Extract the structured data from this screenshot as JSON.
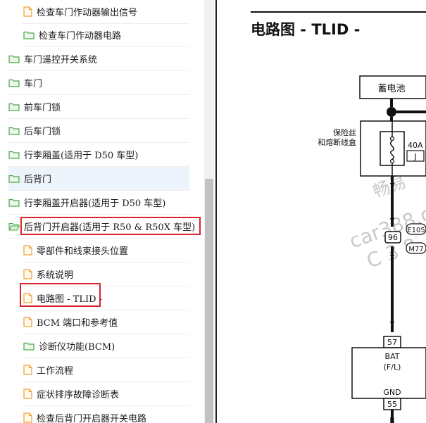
{
  "tree": {
    "items": [
      {
        "label": "检查车门作动器输出信号",
        "icon": "document-icon"
      },
      {
        "label": "检查车门作动器电路",
        "icon": "folder-icon"
      },
      {
        "label": "车门遥控开关系统",
        "icon": "folder-icon"
      },
      {
        "label": "车门",
        "icon": "folder-icon"
      },
      {
        "label": "前车门锁",
        "icon": "folder-icon"
      },
      {
        "label": "后车门锁",
        "icon": "folder-icon"
      },
      {
        "label": "行李厢盖(适用于 D50 车型)",
        "icon": "folder-icon"
      },
      {
        "label": "后背门",
        "icon": "folder-icon"
      },
      {
        "label": "行李厢盖开启器(适用于 D50 车型)",
        "icon": "folder-icon"
      },
      {
        "label": "后背门开启器(适用于 R50 & R50X 车型)",
        "icon": "folder-open-icon"
      },
      {
        "label": "零部件和线束接头位置",
        "icon": "document-icon"
      },
      {
        "label": "系统说明",
        "icon": "document-icon"
      },
      {
        "label": "电路图 - TLID -",
        "icon": "document-icon"
      },
      {
        "label": "BCM 端口和参考值",
        "icon": "document-icon"
      },
      {
        "label": "诊断仪功能(BCM)",
        "icon": "folder-icon"
      },
      {
        "label": "工作流程",
        "icon": "document-icon"
      },
      {
        "label": "症状排序故障诊断表",
        "icon": "document-icon"
      },
      {
        "label": "检查后背门开启器开关电路",
        "icon": "document-icon"
      }
    ]
  },
  "document": {
    "title": "电路图 - TLID -",
    "battery_label": "蓄电池",
    "fuse_label_line1": "保险丝",
    "fuse_label_line2": "和熔断线盒",
    "fuse_rating": "40A",
    "fuse_id": "J",
    "wire_color_y": "Y",
    "wire_color_b": "B",
    "connector_96": "96",
    "connector_e105": "E105",
    "connector_m77": "M77",
    "pin_57": "57",
    "pin_bat": "BAT",
    "pin_bat_sub": "(F/L)",
    "pin_gnd": "GND",
    "pin_55": "55",
    "watermark_line1": "畅易",
    "watermark_line2": "car388.c",
    "watermark_line3": "C 3 8"
  },
  "colors": {
    "folder": "#4aa84a",
    "document": "#f0a030",
    "highlight_box": "#d9242a"
  }
}
